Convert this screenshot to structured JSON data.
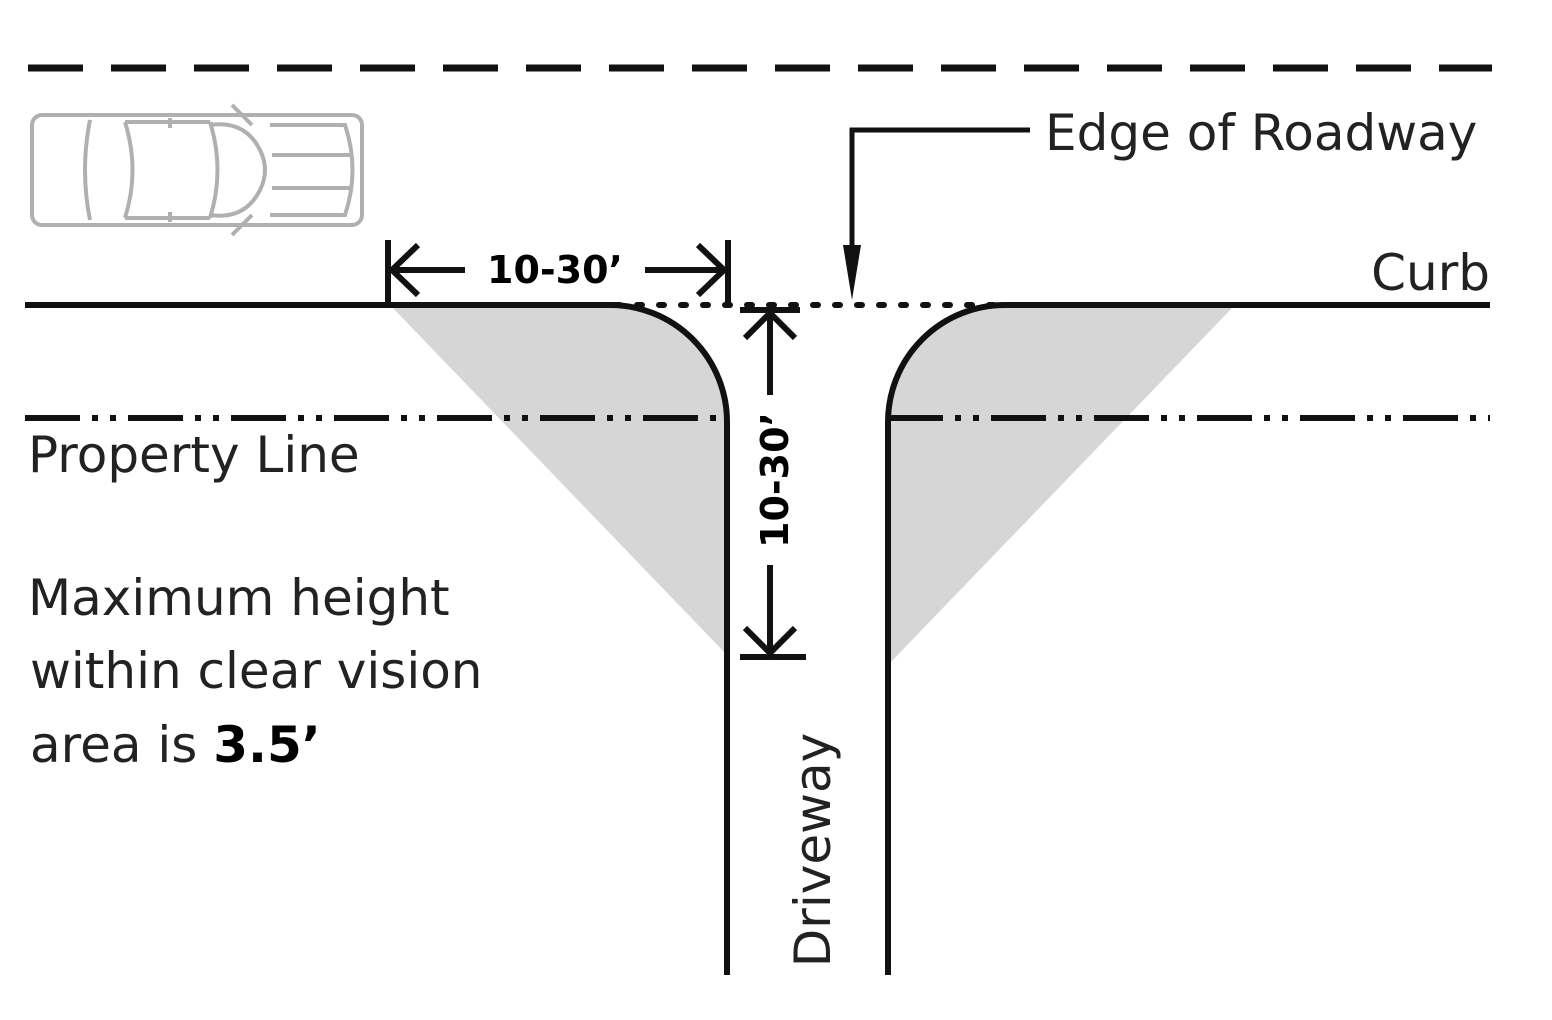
{
  "labels": {
    "edge_of_roadway": "Edge of Roadway",
    "curb": "Curb",
    "property_line": "Property Line",
    "note_line1": "Maximum height",
    "note_line2": "within clear vision",
    "note_line3_prefix": "area is ",
    "note_line3_value": "3.5’",
    "driveway": "Driveway",
    "dim_horizontal": "10-30’",
    "dim_vertical": "10-30’"
  },
  "colors": {
    "line": "#111111",
    "shade": "#d6d6d6",
    "car": "#b5b5b5"
  }
}
